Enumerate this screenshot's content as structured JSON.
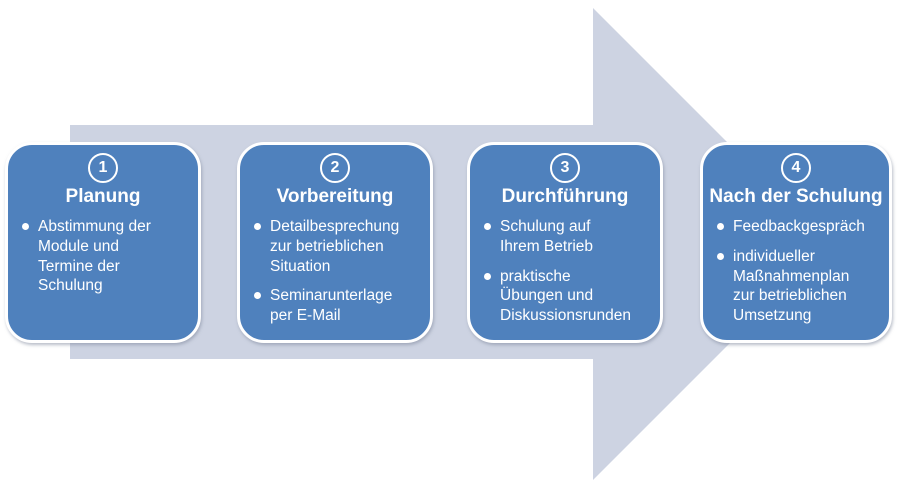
{
  "diagram": {
    "steps": [
      {
        "number": "1",
        "title": "Planung",
        "bullets": [
          "Abstimmung der\nModule und\nTermine der\nSchulung"
        ]
      },
      {
        "number": "2",
        "title": "Vorbereitung",
        "bullets": [
          "Detailbesprechung\nzur betrieblichen\nSituation",
          "Seminarunterlage\nper E-Mail"
        ]
      },
      {
        "number": "3",
        "title": "Durchführung",
        "bullets": [
          "Schulung auf\nIhrem Betrieb",
          "praktische\nÜbungen und\nDiskussionsrunden"
        ]
      },
      {
        "number": "4",
        "title": "Nach der Schulung",
        "bullets": [
          "Feedbackgespräch",
          "individueller\nMaßnahmenplan\nzur betrieblichen\nUmsetzung"
        ]
      }
    ]
  },
  "colors": {
    "box_fill": "#4F81BD",
    "box_border": "#FFFFFF",
    "arrow_fill": "#CDD3E2",
    "text": "#FFFFFF",
    "background": "#FFFFFF"
  }
}
